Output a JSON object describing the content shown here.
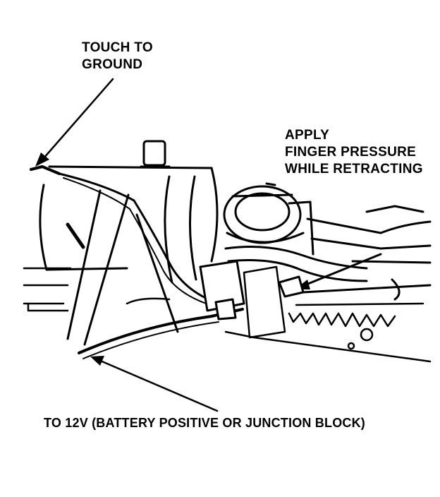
{
  "labels": {
    "touch_to_ground": [
      "TOUCH TO",
      "GROUND"
    ],
    "apply_pressure": [
      "APPLY",
      "FINGER PRESSURE",
      "WHILE RETRACTING"
    ],
    "to_12v": "TO 12V (BATTERY POSITIVE OR JUNCTION BLOCK)"
  },
  "colors": {
    "ink": "#000000",
    "paper": "#ffffff"
  }
}
